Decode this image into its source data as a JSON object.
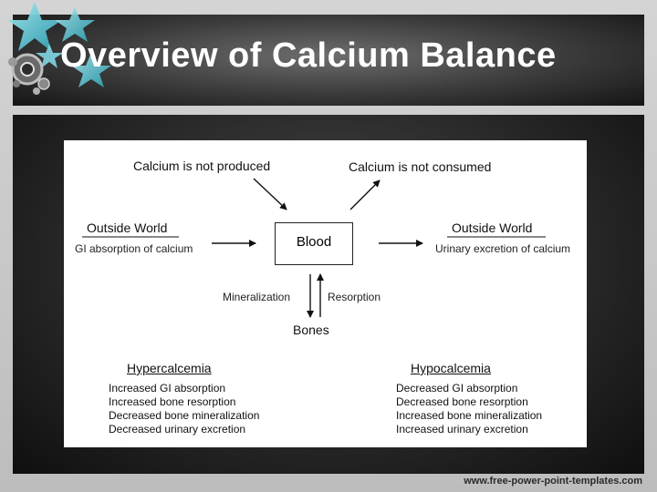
{
  "slide": {
    "title": "Overview of Calcium Balance",
    "footer_url": "www.free-power-point-templates.com"
  },
  "diagram": {
    "top_left_label": "Calcium is not produced",
    "top_right_label": "Calcium is not consumed",
    "left_heading": "Outside World",
    "left_sub": "GI absorption of calcium",
    "center_box": "Blood",
    "right_heading": "Outside World",
    "right_sub": "Urinary excretion of calcium",
    "mineralization_label": "Mineralization",
    "resorption_label": "Resorption",
    "bones_label": "Bones",
    "hypercalcemia": {
      "heading": "Hypercalcemia",
      "items": [
        "Increased GI absorption",
        "Increased bone resorption",
        "Decreased bone mineralization",
        "Decreased urinary excretion"
      ]
    },
    "hypocalcemia": {
      "heading": "Hypocalcemia",
      "items": [
        "Decreased GI absorption",
        "Decreased bone resorption",
        "Increased bone mineralization",
        "Increased urinary excretion"
      ]
    }
  },
  "colors": {
    "title_text": "#ffffff",
    "star_teal": "#3fb7c8",
    "panel_dark": "#262626"
  },
  "icons": [
    "star-decoration-icon",
    "gear-decoration-icon"
  ]
}
